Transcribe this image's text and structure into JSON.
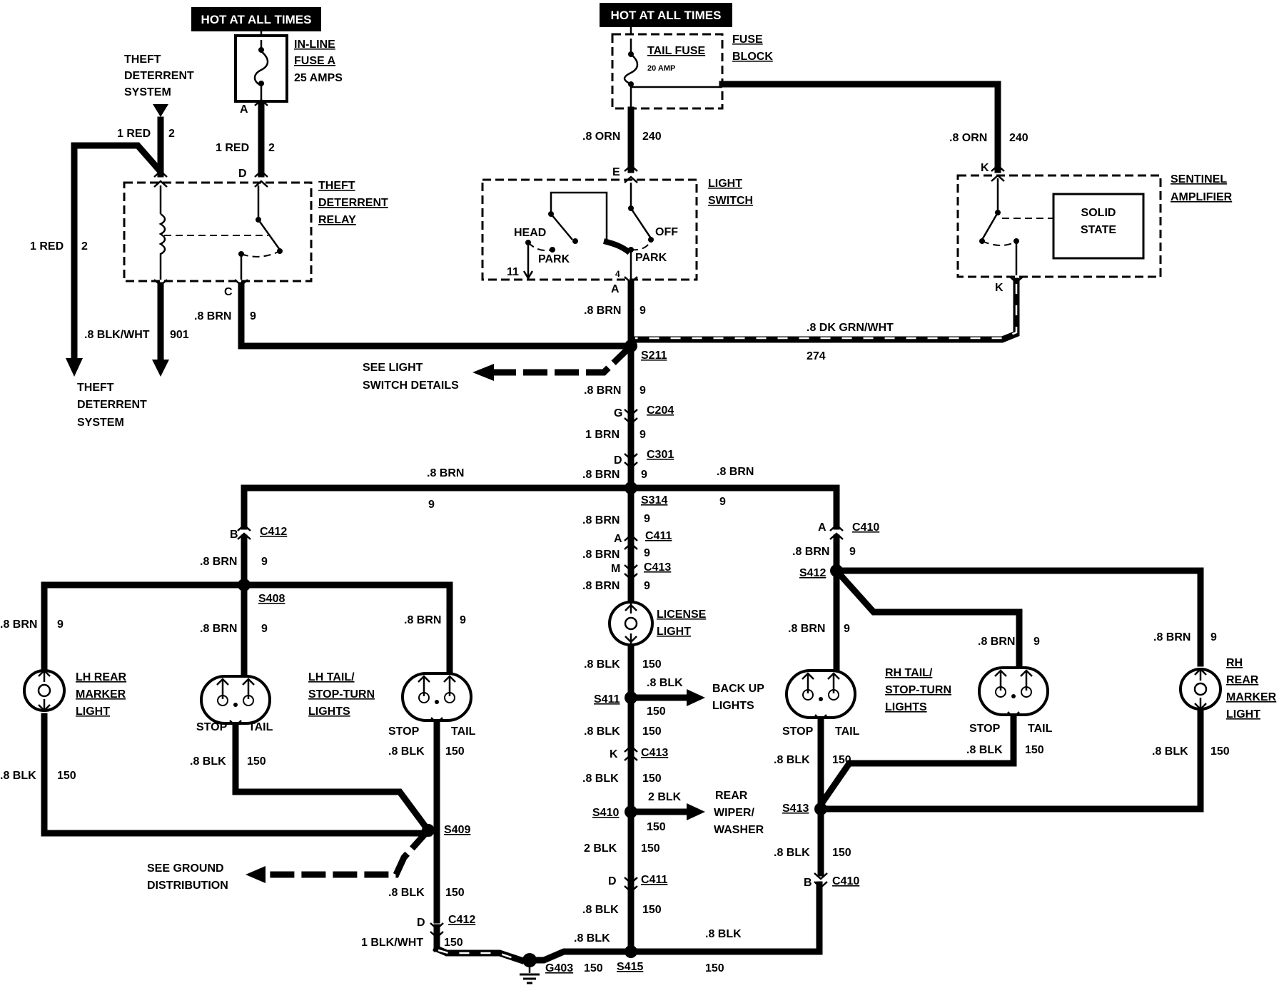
{
  "hot_labels": [
    "HOT AT ALL TIMES",
    "HOT AT ALL TIMES"
  ],
  "components": {
    "theft_system_top": [
      "THEFT",
      "DETERRENT",
      "SYSTEM"
    ],
    "inline_fuse": [
      "IN-LINE",
      "FUSE A",
      "25 AMPS"
    ],
    "tail_fuse": [
      "TAIL FUSE",
      "20 AMP"
    ],
    "fuse_block": [
      "FUSE",
      "BLOCK"
    ],
    "theft_relay": [
      "THEFT",
      "DETERRENT",
      "RELAY"
    ],
    "light_switch": [
      "LIGHT",
      "SWITCH"
    ],
    "sentinel": [
      "SENTINEL",
      "AMPLIFIER"
    ],
    "solid_state": [
      "SOLID",
      "STATE"
    ],
    "theft_system_bottom": [
      "THEFT",
      "DETERRENT",
      "SYSTEM"
    ],
    "see_light_switch": [
      "SEE LIGHT",
      "SWITCH DETAILS"
    ],
    "see_ground": [
      "SEE GROUND",
      "DISTRIBUTION"
    ],
    "license_light": [
      "LICENSE",
      "LIGHT"
    ],
    "back_up": [
      "BACK UP",
      "LIGHTS"
    ],
    "rear_wiper": [
      "REAR",
      "WIPER/",
      "WASHER"
    ],
    "lh_marker": [
      "LH REAR",
      "MARKER",
      "LIGHT"
    ],
    "lh_tail": [
      "LH TAIL/",
      "STOP-TURN",
      "LIGHTS"
    ],
    "rh_tail": [
      "RH TAIL/",
      "STOP-TURN",
      "LIGHTS"
    ],
    "rh_marker": [
      "RH",
      "REAR",
      "MARKER",
      "LIGHT"
    ]
  },
  "switch_labels": {
    "head": "HEAD",
    "park_left": "PARK",
    "park_right": "PARK",
    "off": "OFF",
    "pin11": "11",
    "pin4": "4"
  },
  "stop_tail": {
    "stop": "STOP",
    "tail": "TAIL"
  },
  "splices": [
    "S211",
    "S314",
    "S408",
    "S409",
    "S412",
    "S413",
    "S411",
    "S410",
    "S415"
  ],
  "connectors": [
    "C204",
    "C301",
    "C412",
    "C411",
    "C413",
    "C410",
    "G403"
  ],
  "pins": [
    "A",
    "D",
    "C",
    "E",
    "K",
    "A",
    "G",
    "D",
    "B",
    "A",
    "M",
    "A",
    "K",
    "D",
    "B",
    "D"
  ],
  "wire_colors": [
    ".8 BRN",
    "1 BRN",
    ".8 BLK",
    "2 BLK",
    "1 RED",
    ".8 ORN",
    ".8 BLK/WHT",
    ".8 DK GRN/WHT",
    "1 BLK/WHT"
  ],
  "circuits": [
    "9",
    "150",
    "2",
    "240",
    "901",
    "274"
  ]
}
